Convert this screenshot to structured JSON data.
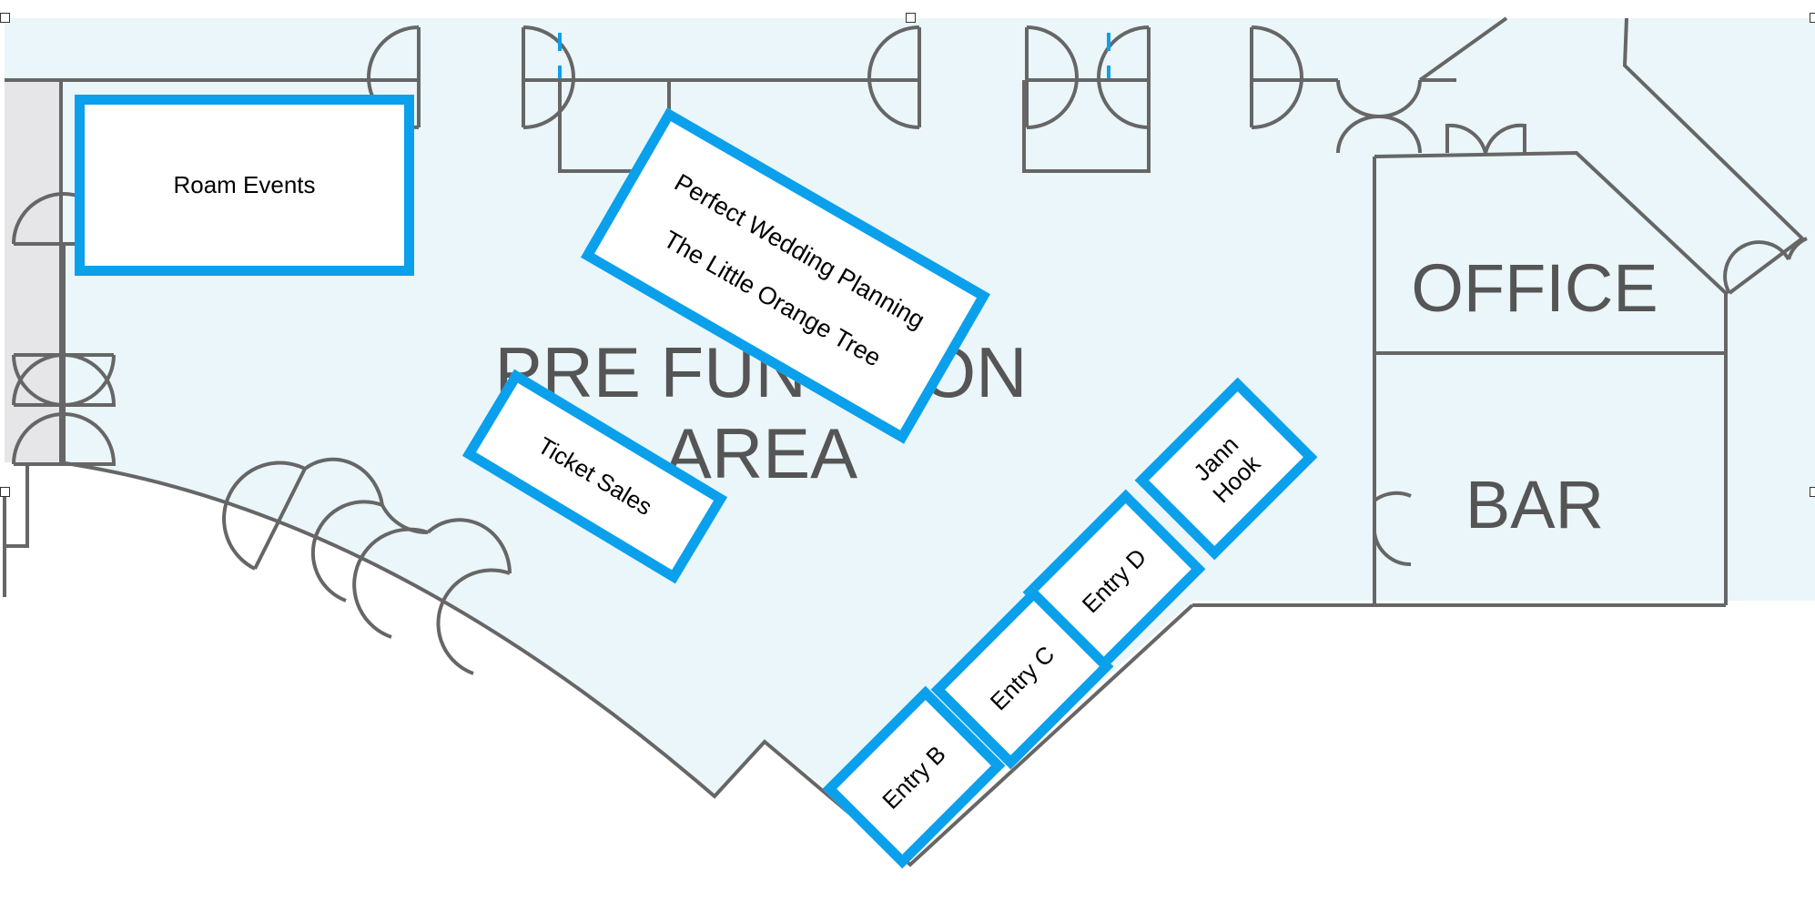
{
  "floor_plan": {
    "area_label_line1": "PRE FUNCTION",
    "area_label_line2": "AREA",
    "office_label": "OFFICE",
    "bar_label": "BAR"
  },
  "booths": {
    "roam_events": "Roam Events",
    "perfect_wedding_line1": "Perfect Wedding Planning",
    "perfect_wedding_line2": "The Little Orange Tree",
    "ticket_sales": "Ticket Sales",
    "jann_hook_line1": "Jann",
    "jann_hook_line2": "Hook",
    "entry_d": "Entry D",
    "entry_c": "Entry C",
    "entry_b": "Entry B"
  },
  "colors": {
    "booth_border": "#0aa0ec",
    "floor_fill": "#eaf6f9",
    "wall_stroke": "#666666",
    "room_text": "#555555"
  }
}
